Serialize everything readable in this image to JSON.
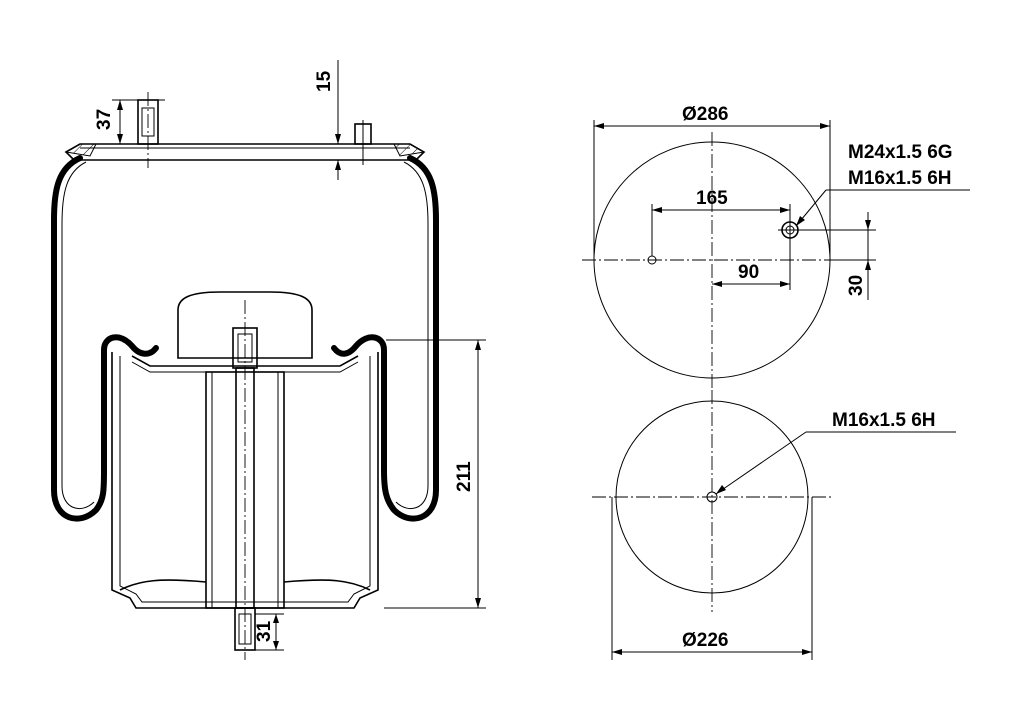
{
  "dimensions": {
    "top_plate_offset": "15",
    "top_stud_height": "37",
    "overall_height": "211",
    "bottom_stud_length": "31",
    "top_diameter": "Ø286",
    "top_hole_spacing": "165",
    "top_offset_x": "90",
    "top_offset_y": "30",
    "bottom_diameter": "Ø226"
  },
  "threads": {
    "top_air_fitting": "M24x1.5 6G",
    "top_bolt": "M16x1.5 6H",
    "bottom_bolt": "M16x1.5 6H"
  }
}
